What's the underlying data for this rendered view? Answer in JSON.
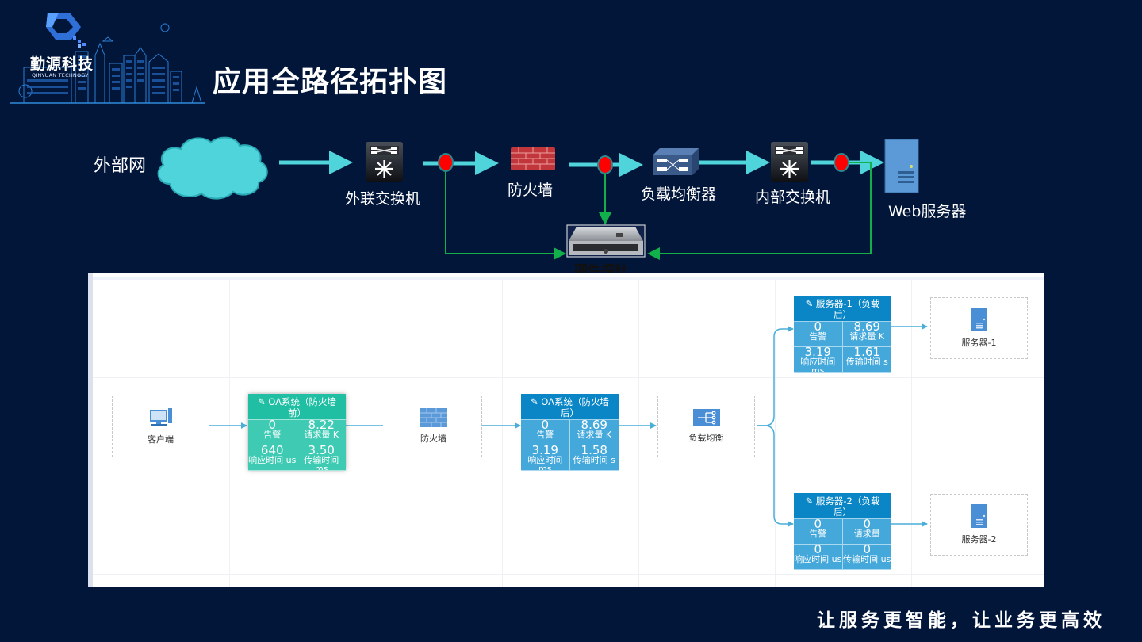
{
  "logo": {
    "name": "勤源科技",
    "subtitle": "QINYUAN TECHNOGY"
  },
  "page_title": "应用全路径拓扑图",
  "topology": {
    "nodes": [
      {
        "id": "external-net",
        "label": "外部网",
        "icon": "cloud-icon"
      },
      {
        "id": "outer-switch",
        "label": "外联交换机",
        "icon": "switch-icon"
      },
      {
        "id": "firewall",
        "label": "防火墙",
        "icon": "firewall-icon"
      },
      {
        "id": "load-balancer",
        "label": "负载均衡器",
        "icon": "load-balancer-icon"
      },
      {
        "id": "inner-switch",
        "label": "内部交换机",
        "icon": "switch-icon"
      },
      {
        "id": "web-server",
        "label": "Web服务器",
        "icon": "server-icon"
      },
      {
        "id": "hardware-probe",
        "label": "硬件探针",
        "icon": "rack-server-icon"
      }
    ],
    "tap_points": 3,
    "colors": {
      "flow": "#4fd4db",
      "mirror": "#12b04a",
      "tap": "#ff0000"
    }
  },
  "panel": {
    "nodes": {
      "client": {
        "label": "客户端",
        "icon": "desktop-icon"
      },
      "firewall": {
        "label": "防火墙",
        "icon": "firewall-icon"
      },
      "load_balancer": {
        "label": "负载均衡",
        "icon": "load-balancer-icon"
      },
      "server1": {
        "label": "服务器-1",
        "icon": "server-icon"
      },
      "server2": {
        "label": "服务器-2",
        "icon": "server-icon"
      }
    },
    "cards": {
      "oa_before": {
        "title_line1": "OA系统（防火墙",
        "title_line2": "前）",
        "alarms": {
          "value": "0",
          "label": "告警"
        },
        "requests": {
          "value": "8.22",
          "label": "请求量 K"
        },
        "response": {
          "value": "640",
          "label": "响应时间 us"
        },
        "transfer": {
          "value": "3.50",
          "label": "传输时间 ms"
        }
      },
      "oa_after": {
        "title_line1": "OA系统（防火墙",
        "title_line2": "后）",
        "alarms": {
          "value": "0",
          "label": "告警"
        },
        "requests": {
          "value": "8.69",
          "label": "请求量 K"
        },
        "response": {
          "value": "3.19",
          "label": "响应时间 ms"
        },
        "transfer": {
          "value": "1.58",
          "label": "传输时间 s"
        }
      },
      "server1_after": {
        "title_line1": "服务器-1（负载",
        "title_line2": "后）",
        "alarms": {
          "value": "0",
          "label": "告警"
        },
        "requests": {
          "value": "8.69",
          "label": "请求量 K"
        },
        "response": {
          "value": "3.19",
          "label": "响应时间 ms"
        },
        "transfer": {
          "value": "1.61",
          "label": "传输时间 s"
        }
      },
      "server2_after": {
        "title_line1": "服务器-2（负载",
        "title_line2": "后）",
        "alarms": {
          "value": "0",
          "label": "告警"
        },
        "requests": {
          "value": "0",
          "label": "请求量"
        },
        "response": {
          "value": "0",
          "label": "响应时间 us"
        },
        "transfer": {
          "value": "0",
          "label": "传输时间 us"
        }
      }
    }
  },
  "tagline": "让服务更智能，让业务更高效"
}
